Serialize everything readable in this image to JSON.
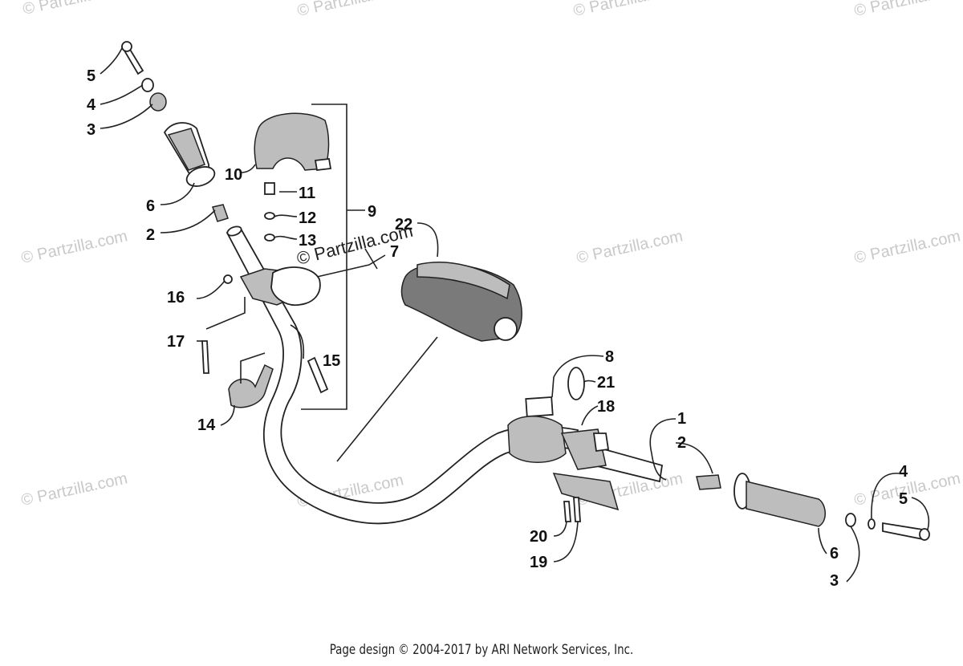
{
  "diagram": {
    "callouts": [
      "1",
      "2",
      "3",
      "4",
      "5",
      "6",
      "7",
      "8",
      "9",
      "10",
      "11",
      "12",
      "13",
      "14",
      "15",
      "16",
      "17",
      "18",
      "19",
      "20",
      "21",
      "22"
    ],
    "watermark": "© Partzilla.com",
    "watermark_center": "© Partzilla.com"
  },
  "footer": {
    "text": "Page design © 2004-2017 by ARI Network Services, Inc."
  }
}
